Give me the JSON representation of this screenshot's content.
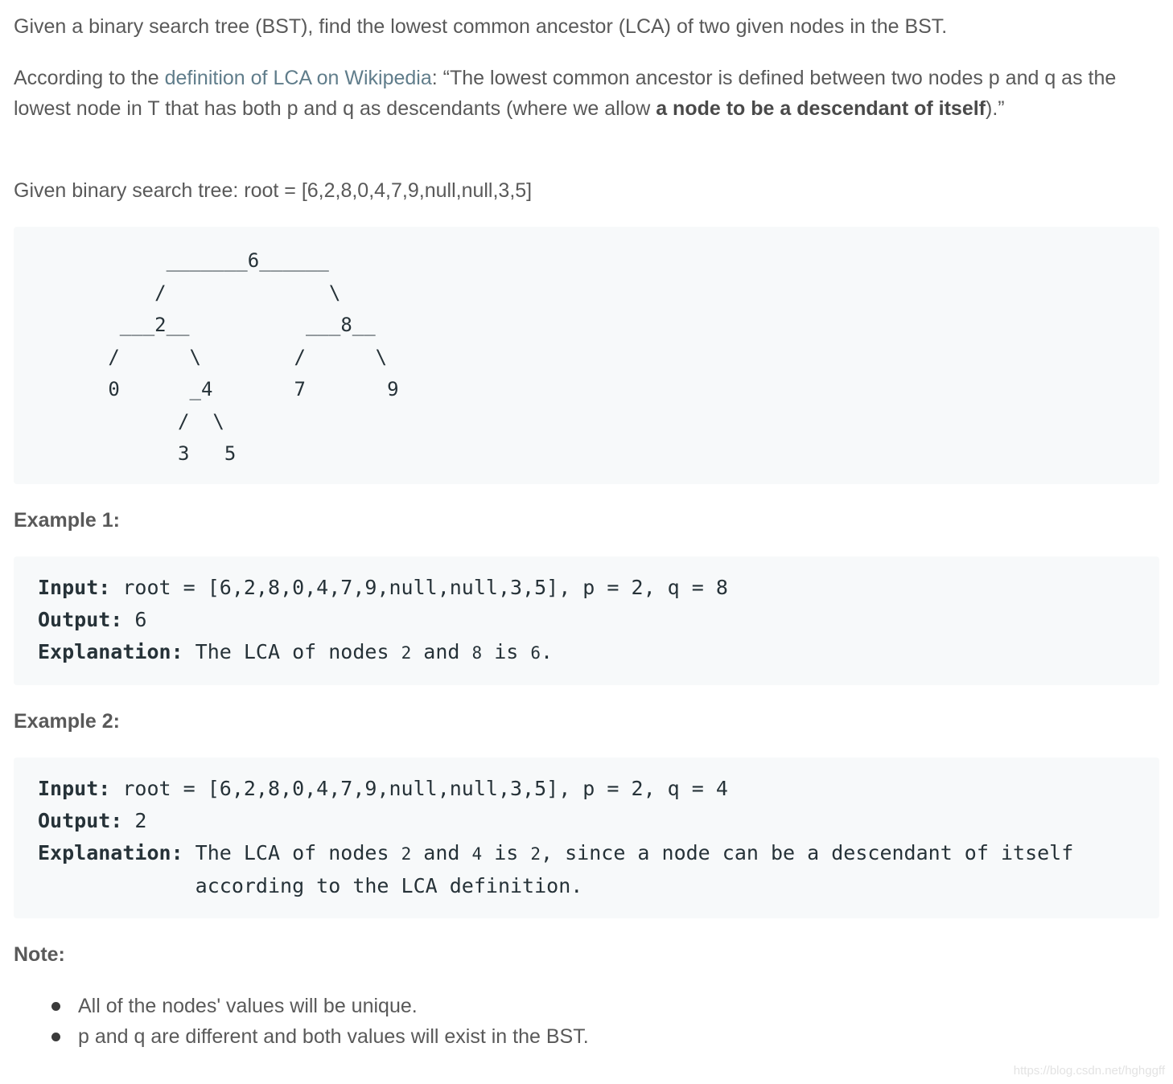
{
  "intro": "Given a binary search tree (BST), find the lowest common ancestor (LCA) of two given nodes in the BST.",
  "definition": {
    "prefix": "According to the ",
    "link_text": "definition of LCA on Wikipedia",
    "middle": ": “The lowest common ancestor is defined between two nodes p and q as the lowest node in T that has both p and q as descendants (where we allow ",
    "bold": "a node to be a descendant of itself",
    "suffix": ").”"
  },
  "given": "Given binary search tree:  root = [6,2,8,0,4,7,9,null,null,3,5]",
  "tree_ascii": "        _______6______\n       /              \\\n    ___2__          ___8__\n   /      \\        /      \\\n   0      _4       7       9\n         /  \\\n         3   5",
  "examples": [
    {
      "heading": "Example 1:",
      "input_label": "Input:",
      "input": " root = [6,2,8,0,4,7,9,null,null,3,5], p = 2, q = 8",
      "output_label": "Output:",
      "output": " 6",
      "explanation_label": "Explanation:",
      "explanation_parts": [
        " The LCA of nodes ",
        "2",
        " and ",
        "8",
        " is ",
        "6",
        "."
      ]
    },
    {
      "heading": "Example 2:",
      "input_label": "Input:",
      "input": " root = [6,2,8,0,4,7,9,null,null,3,5], p = 2, q = 4",
      "output_label": "Output:",
      "output": " 2",
      "explanation_label": "Explanation:",
      "explanation_parts": [
        " The LCA of nodes ",
        "2",
        " and ",
        "4",
        " is ",
        "2",
        ", since a node can be a descendant of itself\n             according to the LCA definition."
      ]
    }
  ],
  "note_heading": "Note:",
  "notes": [
    "All of the nodes' values will be unique.",
    "p and q are different and both values will exist in the BST."
  ],
  "watermark": "https://blog.csdn.net/hghggff"
}
